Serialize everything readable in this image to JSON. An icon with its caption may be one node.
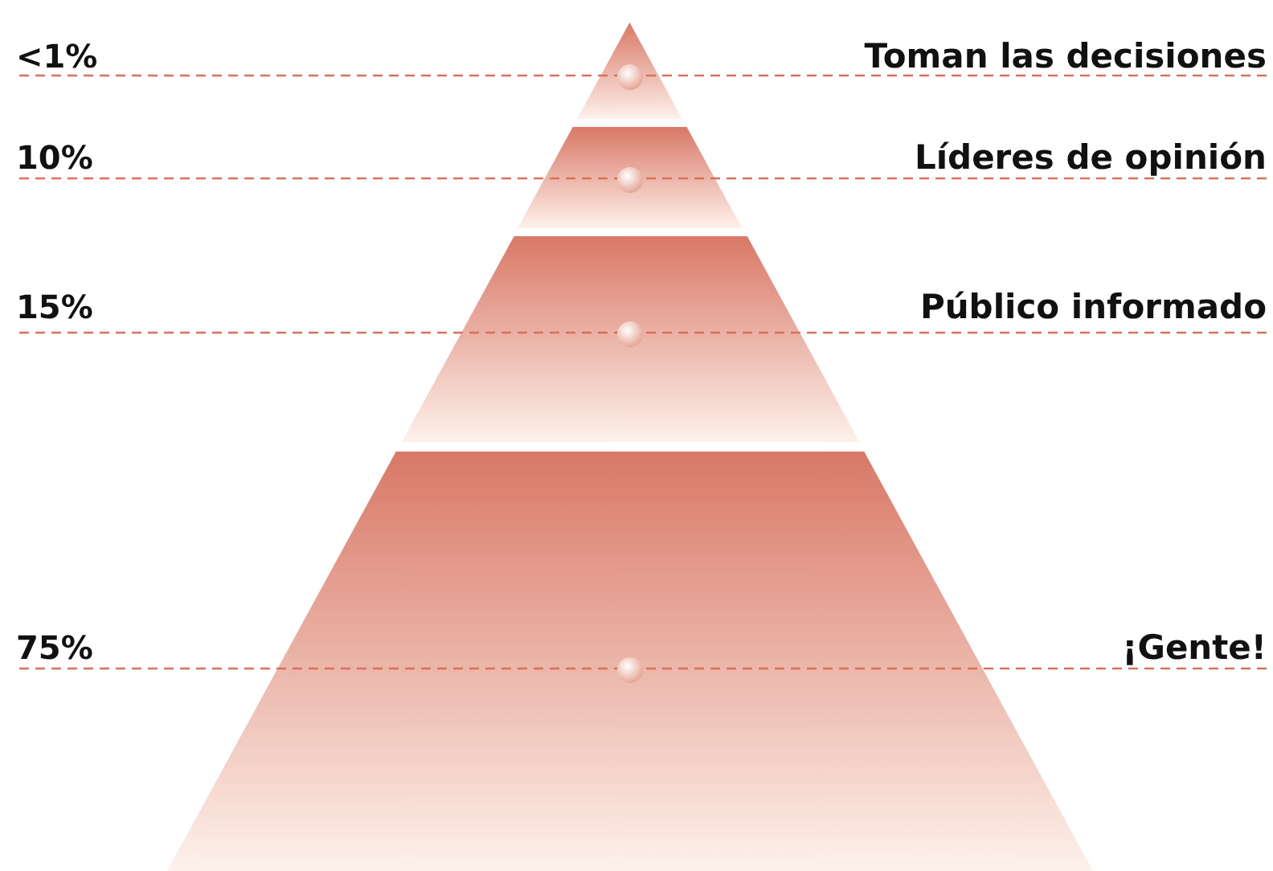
{
  "diagram": {
    "nodes": [
      {
        "text": [],
        "shape": "triangle"
      },
      {
        "text": [],
        "shape": "trapezoid"
      },
      {
        "text": [],
        "shape": "trapezoid"
      },
      {
        "text": [],
        "shape": "trapezoid"
      }
    ],
    "labels": [
      "<1%",
      "Toman las decisiones",
      "10%",
      "Líderes de opinión",
      "15%",
      "Público informado",
      "75%",
      "¡Gente!"
    ]
  }
}
